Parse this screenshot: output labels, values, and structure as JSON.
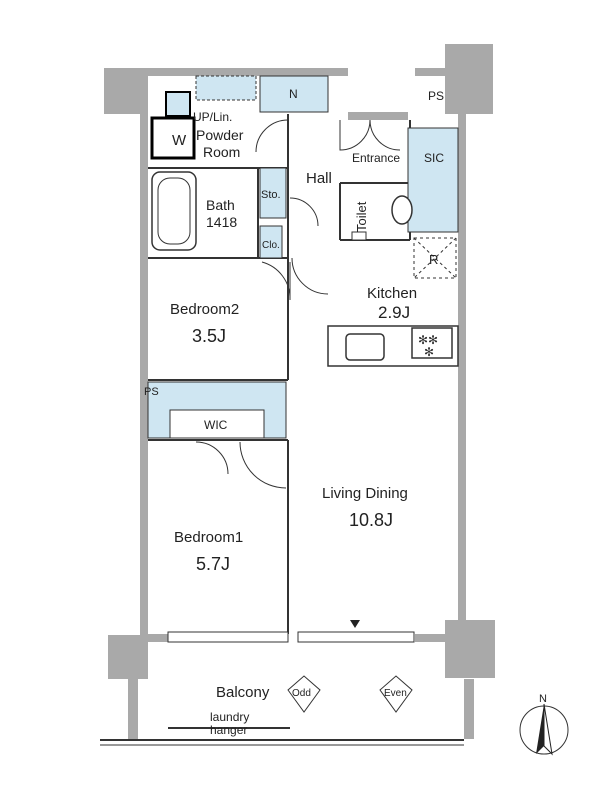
{
  "colors": {
    "wall": "#a9a9a9",
    "storage": "#cfe6f2",
    "line": "#333333",
    "text": "#222222"
  },
  "rooms": {
    "up_lin": "UP/Lin.",
    "powder_room_1": "Powder",
    "powder_room_2": "Room",
    "hall": "Hall",
    "entrance": "Entrance",
    "sic": "SIC",
    "sto": "Sto.",
    "toilet": "Toilet",
    "bath": "Bath",
    "bath_size": "1418",
    "clo": "Clo.",
    "kitchen": "Kitchen",
    "kitchen_size": "2.9J",
    "bedroom2": "Bedroom2",
    "bedroom2_size": "3.5J",
    "bedroom1": "Bedroom1",
    "bedroom1_size": "5.7J",
    "living_dining": "Living Dining",
    "living_dining_size": "10.8J",
    "wic": "WIC",
    "balcony": "Balcony",
    "laundry_1": "laundry",
    "laundry_2": "hanger",
    "odd": "Odd",
    "even": "Even"
  },
  "marks": {
    "n_storage": "N",
    "ps_top": "PS",
    "ps_mid": "PS",
    "w": "W",
    "r": "R",
    "north": "N"
  }
}
